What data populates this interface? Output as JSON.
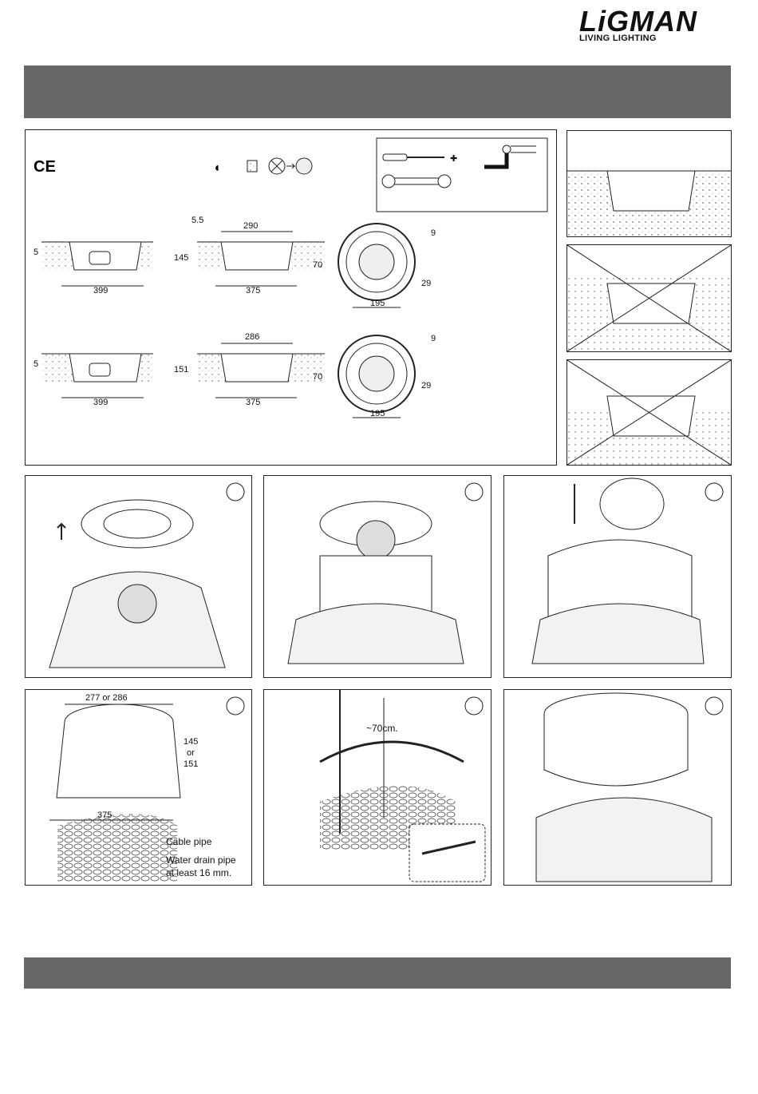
{
  "brand": {
    "name": "LiGMAN",
    "tagline": "LIVING LIGHTING"
  },
  "spec_panel": {
    "ce_mark": "CE",
    "row1": {
      "d_left": "5",
      "w_base": "399",
      "h": "145",
      "d_top": "5.5",
      "w_top": "290",
      "w_hole": "375",
      "d_side": "70",
      "w_circle": "195",
      "r1": "9",
      "r2": "29"
    },
    "row2": {
      "d_left": "5",
      "w_base": "399",
      "h": "151",
      "w_top": "286",
      "w_hole": "375",
      "d_side": "70",
      "w_circle": "195",
      "r1": "9",
      "r2": "29"
    }
  },
  "steps": {
    "step4": {
      "w_top": "277 or 286",
      "h_a": "145",
      "h_or": "or",
      "h_b": "151",
      "w_base": "375",
      "cable_pipe": "Cable pipe",
      "drain_1": "Water drain pipe",
      "drain_2": "at least 16 mm."
    },
    "step5": {
      "depth": "~70cm."
    }
  },
  "icons": [
    "ce-mark-icon",
    "screwdriver-icon",
    "wrench-icon",
    "hex-key-icon",
    "phillips-icon"
  ]
}
